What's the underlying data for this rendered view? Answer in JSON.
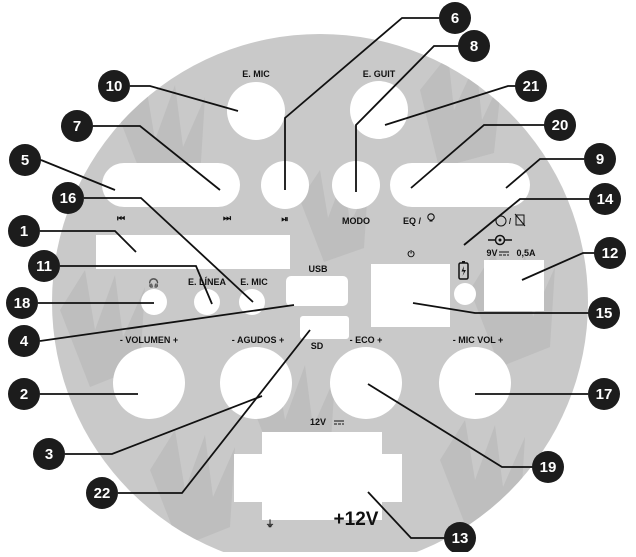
{
  "labels": {
    "ext_mic_top": "E. MIC",
    "ext_guit": "E. GUIT",
    "prev_icon": "⏮",
    "next_icon": "⏭",
    "play_icon": "⏯",
    "mode": "MODO",
    "eq": "EQ / ",
    "usb": "USB",
    "sd": "SD",
    "linea": "E. LÍNEA",
    "ext_mic_bottom": "E. MIC",
    "volumen": "- VOLUMEN +",
    "agudos": "- AGUDOS +",
    "eco": "- ECO +",
    "mic_vol": "- MIC VOL +",
    "power_icon": "⏻",
    "dc_voltage": "9V",
    "dc_current": "0,5A",
    "v12": "12V",
    "plus12": "+12V",
    "ground_icon": "⏚"
  },
  "callouts": [
    "1",
    "2",
    "3",
    "4",
    "5",
    "6",
    "7",
    "8",
    "9",
    "10",
    "11",
    "12",
    "13",
    "14",
    "15",
    "16",
    "17",
    "18",
    "19",
    "20",
    "21",
    "22"
  ],
  "colors": {
    "panel": "#c9c9c9",
    "badge": "#1c1c1c",
    "hole": "#ffffff",
    "line": "#111111"
  }
}
